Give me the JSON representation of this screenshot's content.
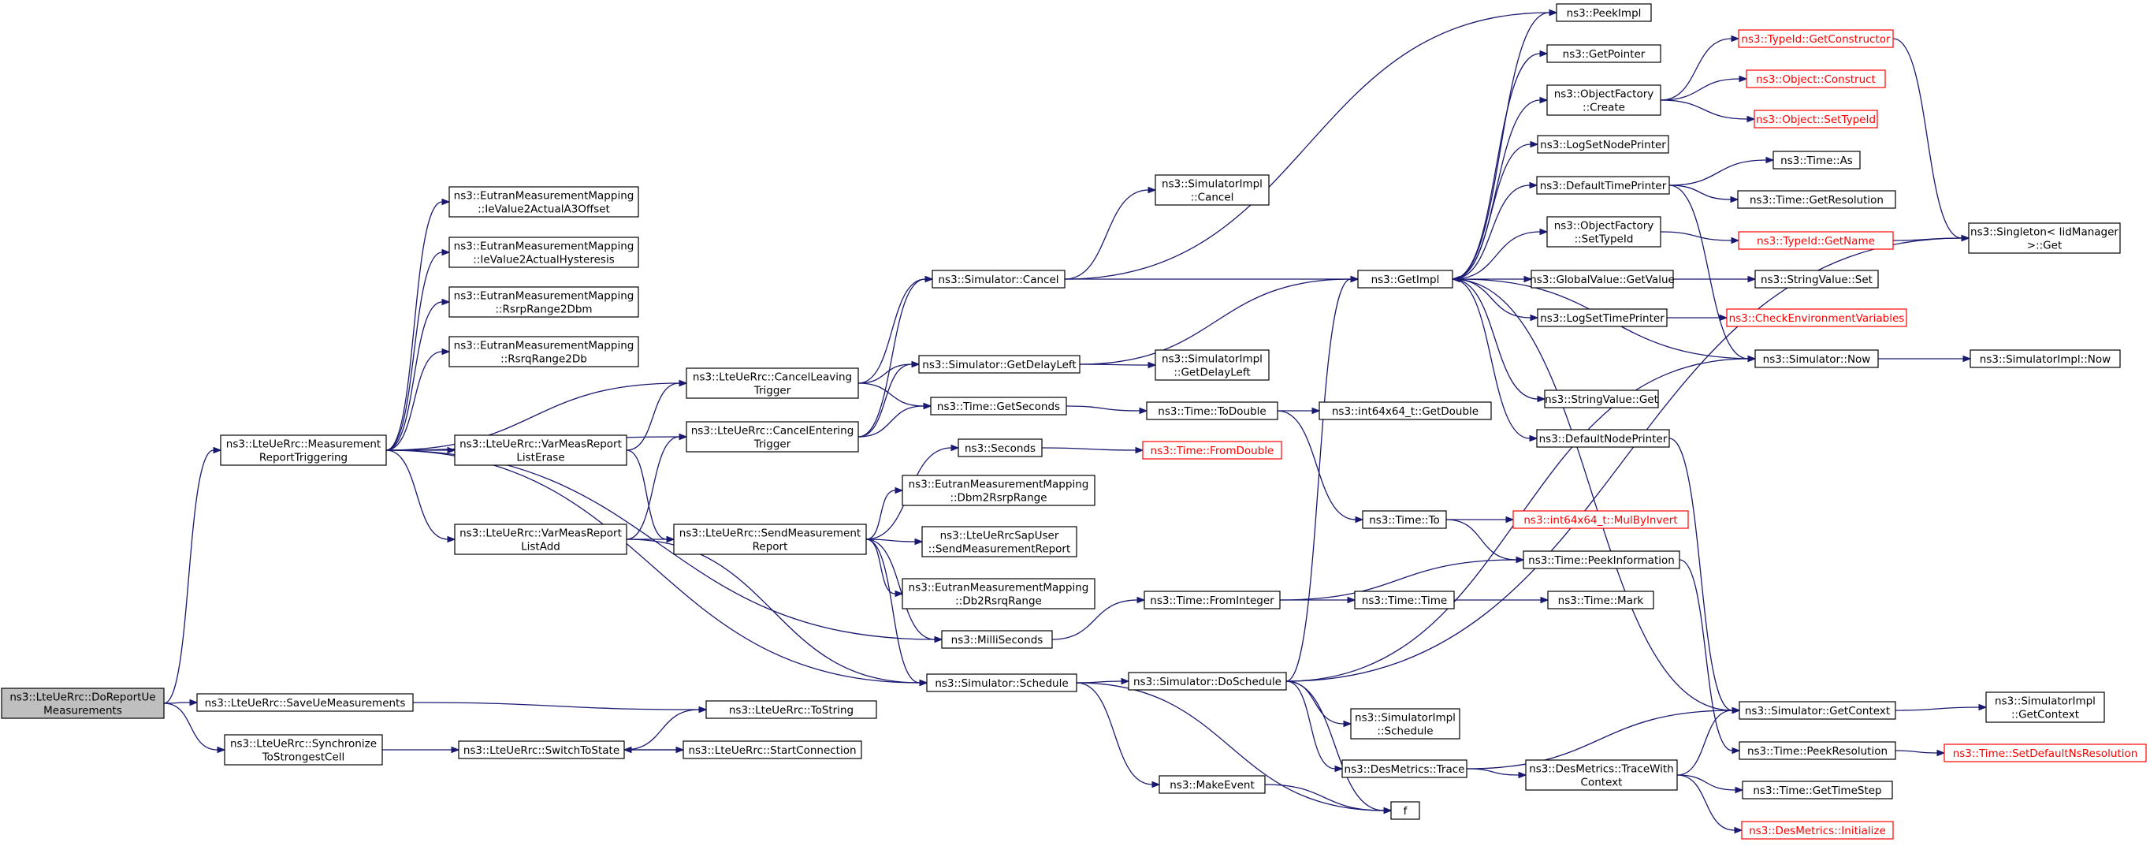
{
  "graph": {
    "title": "",
    "nodes": [
      {
        "id": "root",
        "lines": [
          "ns3::LteUeRrc::DoReportUe",
          "Measurements"
        ],
        "style": "root"
      },
      {
        "id": "mrt",
        "lines": [
          "ns3::LteUeRrc::Measurement",
          "ReportTriggering"
        ]
      },
      {
        "id": "save",
        "lines": [
          "ns3::LteUeRrc::SaveUeMeasurements"
        ]
      },
      {
        "id": "sync",
        "lines": [
          "ns3::LteUeRrc::Synchronize",
          "ToStrongestCell"
        ]
      },
      {
        "id": "ie3",
        "lines": [
          "ns3::EutranMeasurementMapping",
          "::IeValue2ActualA3Offset"
        ]
      },
      {
        "id": "iehy",
        "lines": [
          "ns3::EutranMeasurementMapping",
          "::IeValue2ActualHysteresis"
        ]
      },
      {
        "id": "rsrp2dbm",
        "lines": [
          "ns3::EutranMeasurementMapping",
          "::RsrpRange2Dbm"
        ]
      },
      {
        "id": "rsrq2db",
        "lines": [
          "ns3::EutranMeasurementMapping",
          "::RsrqRange2Db"
        ]
      },
      {
        "id": "vmerase",
        "lines": [
          "ns3::LteUeRrc::VarMeasReport",
          "ListErase"
        ]
      },
      {
        "id": "vmadd",
        "lines": [
          "ns3::LteUeRrc::VarMeasReport",
          "ListAdd"
        ]
      },
      {
        "id": "switch",
        "lines": [
          "ns3::LteUeRrc::SwitchToState"
        ]
      },
      {
        "id": "canleave",
        "lines": [
          "ns3::LteUeRrc::CancelLeaving",
          "Trigger"
        ]
      },
      {
        "id": "canenter",
        "lines": [
          "ns3::LteUeRrc::CancelEntering",
          "Trigger"
        ]
      },
      {
        "id": "sendmr",
        "lines": [
          "ns3::LteUeRrc::SendMeasurement",
          "Report"
        ]
      },
      {
        "id": "tostring",
        "lines": [
          "ns3::LteUeRrc::ToString"
        ]
      },
      {
        "id": "startconn",
        "lines": [
          "ns3::LteUeRrc::StartConnection"
        ]
      },
      {
        "id": "simcancel",
        "lines": [
          "ns3::Simulator::Cancel"
        ]
      },
      {
        "id": "getdelay",
        "lines": [
          "ns3::Simulator::GetDelayLeft"
        ]
      },
      {
        "id": "getsec",
        "lines": [
          "ns3::Time::GetSeconds"
        ]
      },
      {
        "id": "seconds",
        "lines": [
          "ns3::Seconds"
        ]
      },
      {
        "id": "dbm2rsrp",
        "lines": [
          "ns3::EutranMeasurementMapping",
          "::Dbm2RsrpRange"
        ]
      },
      {
        "id": "sapuser",
        "lines": [
          "ns3::LteUeRrcSapUser",
          "::SendMeasurementReport"
        ]
      },
      {
        "id": "db2rsrq",
        "lines": [
          "ns3::EutranMeasurementMapping",
          "::Db2RsrqRange"
        ]
      },
      {
        "id": "millisec",
        "lines": [
          "ns3::MilliSeconds"
        ]
      },
      {
        "id": "schedule",
        "lines": [
          "ns3::Simulator::Schedule"
        ]
      },
      {
        "id": "implcancel",
        "lines": [
          "ns3::SimulatorImpl",
          "::Cancel"
        ]
      },
      {
        "id": "impldelay",
        "lines": [
          "ns3::SimulatorImpl",
          "::GetDelayLeft"
        ]
      },
      {
        "id": "todouble",
        "lines": [
          "ns3::Time::ToDouble"
        ]
      },
      {
        "id": "fromdouble",
        "lines": [
          "ns3::Time::FromDouble"
        ],
        "style": "red"
      },
      {
        "id": "fromint",
        "lines": [
          "ns3::Time::FromInteger"
        ]
      },
      {
        "id": "makeevent",
        "lines": [
          "ns3::MakeEvent"
        ]
      },
      {
        "id": "dosched",
        "lines": [
          "ns3::Simulator::DoSchedule"
        ]
      },
      {
        "id": "getimpl",
        "lines": [
          "ns3::GetImpl"
        ]
      },
      {
        "id": "getdouble",
        "lines": [
          "ns3::int64x64_t::GetDouble"
        ]
      },
      {
        "id": "timeto",
        "lines": [
          "ns3::Time::To"
        ]
      },
      {
        "id": "timetime",
        "lines": [
          "ns3::Time::Time"
        ]
      },
      {
        "id": "implsched",
        "lines": [
          "ns3::SimulatorImpl",
          "::Schedule"
        ]
      },
      {
        "id": "trace",
        "lines": [
          "ns3::DesMetrics::Trace"
        ]
      },
      {
        "id": "f",
        "lines": [
          "f"
        ]
      },
      {
        "id": "peekimpl",
        "lines": [
          "ns3::PeekImpl"
        ]
      },
      {
        "id": "getpointer",
        "lines": [
          "ns3::GetPointer"
        ]
      },
      {
        "id": "ofcreate",
        "lines": [
          "ns3::ObjectFactory",
          "::Create"
        ]
      },
      {
        "id": "logsetnode",
        "lines": [
          "ns3::LogSetNodePrinter"
        ]
      },
      {
        "id": "deftimeprn",
        "lines": [
          "ns3::DefaultTimePrinter"
        ]
      },
      {
        "id": "ofsettype",
        "lines": [
          "ns3::ObjectFactory",
          "::SetTypeId"
        ]
      },
      {
        "id": "gvget",
        "lines": [
          "ns3::GlobalValue::GetValue"
        ]
      },
      {
        "id": "logsettime",
        "lines": [
          "ns3::LogSetTimePrinter"
        ]
      },
      {
        "id": "svget",
        "lines": [
          "ns3::StringValue::Get"
        ]
      },
      {
        "id": "defnodeprn",
        "lines": [
          "ns3::DefaultNodePrinter"
        ]
      },
      {
        "id": "mulbyinv",
        "lines": [
          "ns3::int64x64_t::MulByInvert"
        ],
        "style": "red"
      },
      {
        "id": "peekinfo",
        "lines": [
          "ns3::Time::PeekInformation"
        ]
      },
      {
        "id": "timemark",
        "lines": [
          "ns3::Time::Mark"
        ]
      },
      {
        "id": "tracectx",
        "lines": [
          "ns3::DesMetrics::TraceWith",
          "Context"
        ]
      },
      {
        "id": "getctor",
        "lines": [
          "ns3::TypeId::GetConstructor"
        ],
        "style": "red"
      },
      {
        "id": "objconstruct",
        "lines": [
          "ns3::Object::Construct"
        ],
        "style": "red"
      },
      {
        "id": "objsettype",
        "lines": [
          "ns3::Object::SetTypeId"
        ],
        "style": "red"
      },
      {
        "id": "timeas",
        "lines": [
          "ns3::Time::As"
        ]
      },
      {
        "id": "getres",
        "lines": [
          "ns3::Time::GetResolution"
        ]
      },
      {
        "id": "tidgetname",
        "lines": [
          "ns3::TypeId::GetName"
        ],
        "style": "red"
      },
      {
        "id": "svset",
        "lines": [
          "ns3::StringValue::Set"
        ]
      },
      {
        "id": "checkenv",
        "lines": [
          "ns3::CheckEnvironmentVariables"
        ],
        "style": "red"
      },
      {
        "id": "simnow",
        "lines": [
          "ns3::Simulator::Now"
        ]
      },
      {
        "id": "simctx",
        "lines": [
          "ns3::Simulator::GetContext"
        ]
      },
      {
        "id": "peekres",
        "lines": [
          "ns3::Time::PeekResolution"
        ]
      },
      {
        "id": "gettimestep",
        "lines": [
          "ns3::Time::GetTimeStep"
        ]
      },
      {
        "id": "desinit",
        "lines": [
          "ns3::DesMetrics::Initialize"
        ],
        "style": "red"
      },
      {
        "id": "singleton",
        "lines": [
          "ns3::Singleton< IidManager",
          " >::Get"
        ]
      },
      {
        "id": "implnow",
        "lines": [
          "ns3::SimulatorImpl::Now"
        ]
      },
      {
        "id": "implctx",
        "lines": [
          "ns3::SimulatorImpl",
          "::GetContext"
        ]
      },
      {
        "id": "setdefres",
        "lines": [
          "ns3::Time::SetDefaultNsResolution"
        ],
        "style": "red"
      }
    ],
    "edges": [
      [
        "root",
        "mrt"
      ],
      [
        "root",
        "save"
      ],
      [
        "root",
        "sync"
      ],
      [
        "mrt",
        "ie3"
      ],
      [
        "mrt",
        "iehy"
      ],
      [
        "mrt",
        "rsrp2dbm"
      ],
      [
        "mrt",
        "rsrq2db"
      ],
      [
        "mrt",
        "canleave"
      ],
      [
        "mrt",
        "vmerase"
      ],
      [
        "mrt",
        "canenter"
      ],
      [
        "mrt",
        "vmadd"
      ],
      [
        "mrt",
        "millisec"
      ],
      [
        "mrt",
        "schedule"
      ],
      [
        "save",
        "tostring"
      ],
      [
        "sync",
        "switch"
      ],
      [
        "switch",
        "tostring"
      ],
      [
        "switch",
        "startconn"
      ],
      [
        "startconn",
        "switch"
      ],
      [
        "vmerase",
        "canleave"
      ],
      [
        "vmerase",
        "sendmr"
      ],
      [
        "vmadd",
        "canenter"
      ],
      [
        "vmadd",
        "sendmr"
      ],
      [
        "vmadd",
        "schedule"
      ],
      [
        "canleave",
        "simcancel"
      ],
      [
        "canleave",
        "getdelay"
      ],
      [
        "canleave",
        "getsec"
      ],
      [
        "canenter",
        "simcancel"
      ],
      [
        "canenter",
        "getdelay"
      ],
      [
        "canenter",
        "getsec"
      ],
      [
        "sendmr",
        "seconds"
      ],
      [
        "sendmr",
        "dbm2rsrp"
      ],
      [
        "sendmr",
        "sapuser"
      ],
      [
        "sendmr",
        "db2rsrq"
      ],
      [
        "sendmr",
        "millisec"
      ],
      [
        "sendmr",
        "schedule"
      ],
      [
        "simcancel",
        "implcancel"
      ],
      [
        "simcancel",
        "getimpl"
      ],
      [
        "simcancel",
        "peekimpl"
      ],
      [
        "getdelay",
        "impldelay"
      ],
      [
        "getdelay",
        "getimpl"
      ],
      [
        "getsec",
        "todouble"
      ],
      [
        "seconds",
        "fromdouble"
      ],
      [
        "millisec",
        "fromint"
      ],
      [
        "schedule",
        "dosched"
      ],
      [
        "schedule",
        "makeevent"
      ],
      [
        "schedule",
        "f"
      ],
      [
        "makeevent",
        "f"
      ],
      [
        "todouble",
        "getdouble"
      ],
      [
        "todouble",
        "timeto"
      ],
      [
        "fromint",
        "peekinfo"
      ],
      [
        "fromint",
        "timetime"
      ],
      [
        "dosched",
        "getimpl"
      ],
      [
        "dosched",
        "implsched"
      ],
      [
        "dosched",
        "trace"
      ],
      [
        "dosched",
        "simnow"
      ],
      [
        "dosched",
        "singleton"
      ],
      [
        "dosched",
        "f"
      ],
      [
        "timeto",
        "mulbyinv"
      ],
      [
        "timeto",
        "peekinfo"
      ],
      [
        "timetime",
        "timemark"
      ],
      [
        "trace",
        "tracectx"
      ],
      [
        "trace",
        "simctx"
      ],
      [
        "tracectx",
        "gettimestep"
      ],
      [
        "tracectx",
        "desinit"
      ],
      [
        "tracectx",
        "simctx"
      ],
      [
        "getimpl",
        "peekimpl"
      ],
      [
        "getimpl",
        "getpointer"
      ],
      [
        "getimpl",
        "ofcreate"
      ],
      [
        "getimpl",
        "logsetnode"
      ],
      [
        "getimpl",
        "deftimeprn"
      ],
      [
        "getimpl",
        "ofsettype"
      ],
      [
        "getimpl",
        "gvget"
      ],
      [
        "getimpl",
        "logsettime"
      ],
      [
        "getimpl",
        "svget"
      ],
      [
        "getimpl",
        "defnodeprn"
      ],
      [
        "getimpl",
        "simctx"
      ],
      [
        "ofcreate",
        "getctor"
      ],
      [
        "ofcreate",
        "objconstruct"
      ],
      [
        "ofcreate",
        "objsettype"
      ],
      [
        "getctor",
        "singleton"
      ],
      [
        "deftimeprn",
        "timeas"
      ],
      [
        "deftimeprn",
        "getres"
      ],
      [
        "deftimeprn",
        "simnow"
      ],
      [
        "ofsettype",
        "tidgetname"
      ],
      [
        "tidgetname",
        "singleton"
      ],
      [
        "gvget",
        "svset"
      ],
      [
        "logsettime",
        "checkenv"
      ],
      [
        "simnow",
        "getimpl"
      ],
      [
        "simnow",
        "implnow"
      ],
      [
        "simctx",
        "implctx"
      ],
      [
        "defnodeprn",
        "simctx"
      ],
      [
        "peekinfo",
        "peekres"
      ],
      [
        "peekres",
        "setdefres"
      ]
    ]
  }
}
